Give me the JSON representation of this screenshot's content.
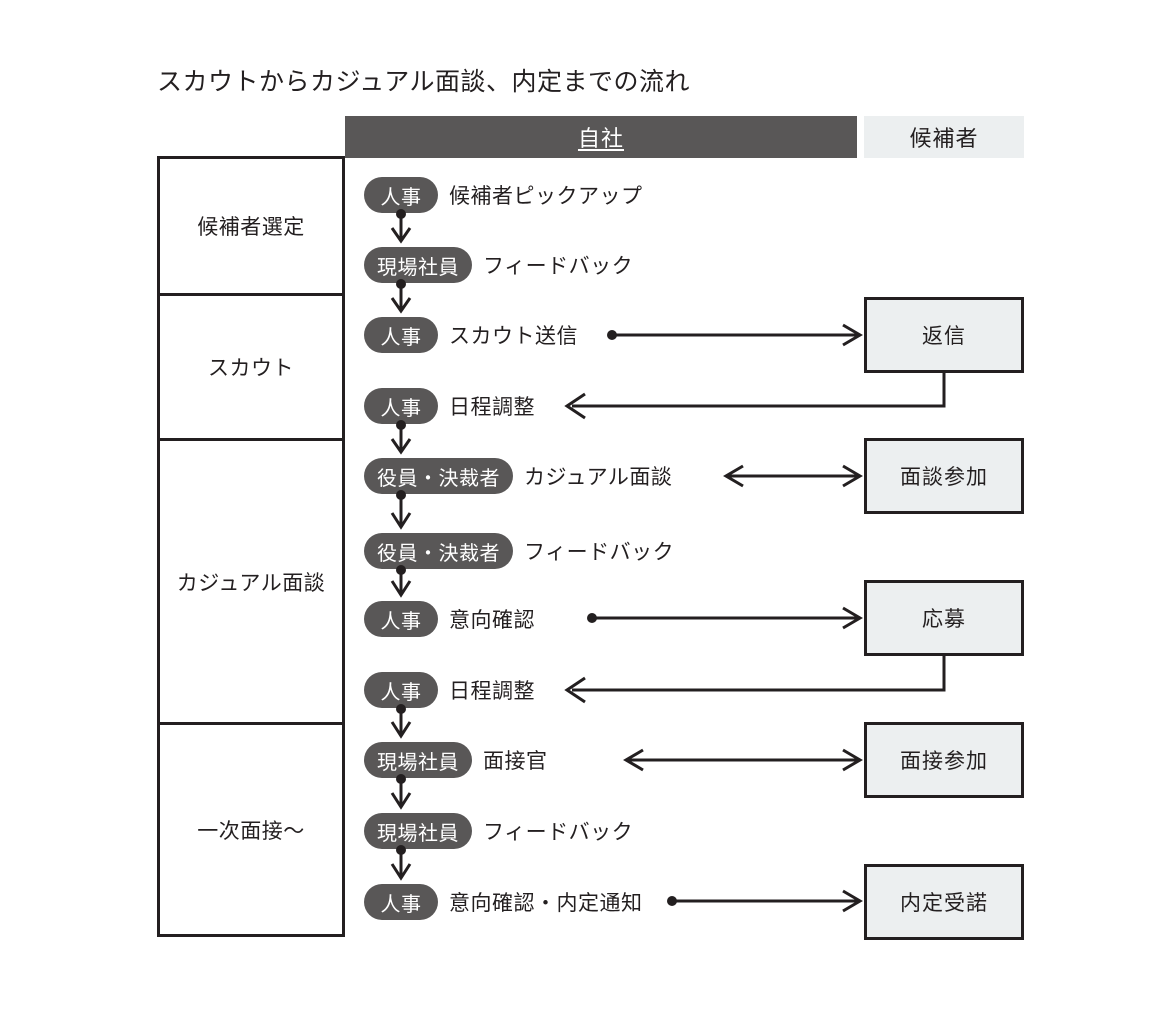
{
  "title": "スカウトからカジュアル面談、内定までの流れ",
  "headers": {
    "company": "自社",
    "candidate": "候補者"
  },
  "phases": [
    {
      "label": "候補者選定"
    },
    {
      "label": "スカウト"
    },
    {
      "label": "カジュアル面談"
    },
    {
      "label": "一次面接〜"
    }
  ],
  "steps": [
    {
      "role": "人事",
      "label": "候補者ピックアップ"
    },
    {
      "role": "現場社員",
      "label": "フィードバック"
    },
    {
      "role": "人事",
      "label": "スカウト送信"
    },
    {
      "role": "人事",
      "label": "日程調整"
    },
    {
      "role": "役員・決裁者",
      "label": "カジュアル面談"
    },
    {
      "role": "役員・決裁者",
      "label": "フィードバック"
    },
    {
      "role": "人事",
      "label": "意向確認"
    },
    {
      "role": "人事",
      "label": "日程調整"
    },
    {
      "role": "現場社員",
      "label": "面接官"
    },
    {
      "role": "現場社員",
      "label": "フィードバック"
    },
    {
      "role": "人事",
      "label": "意向確認・内定通知"
    }
  ],
  "candidate_boxes": [
    {
      "label": "返信"
    },
    {
      "label": "面談参加"
    },
    {
      "label": "応募"
    },
    {
      "label": "面接参加"
    },
    {
      "label": "内定受諾"
    }
  ],
  "colors": {
    "header_company_bg": "#595757",
    "header_candidate_bg": "#eceff0",
    "pill_bg": "#595757",
    "box_bg": "#eceff0",
    "line": "#231f20",
    "text": "#231f20"
  }
}
